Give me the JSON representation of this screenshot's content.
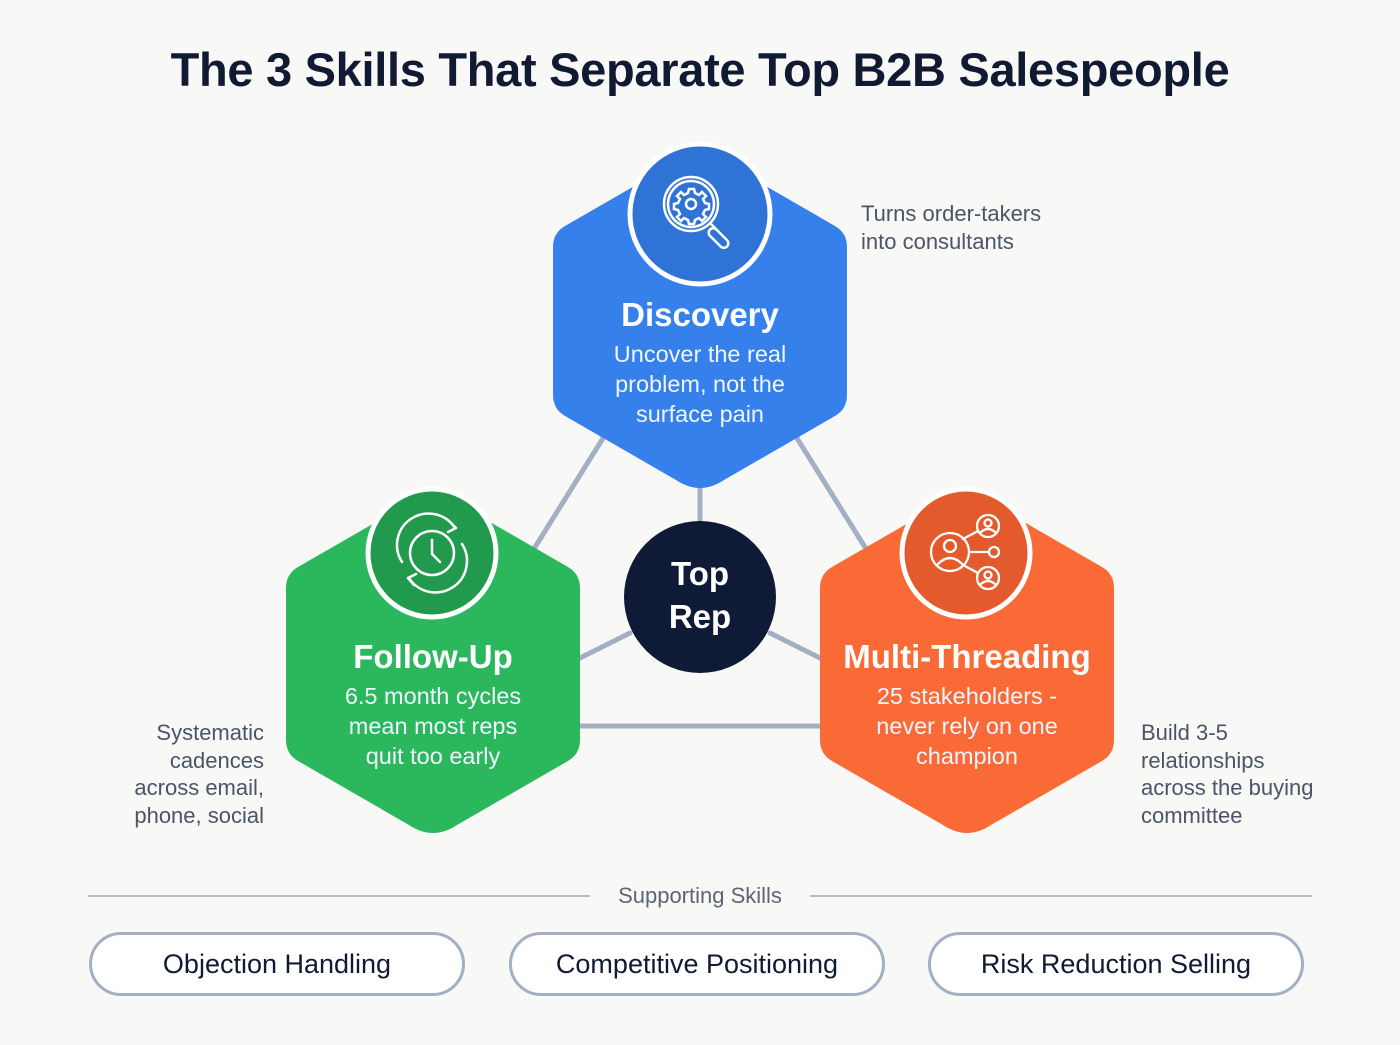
{
  "title": "The 3 Skills That Separate Top B2B Salespeople",
  "center": {
    "label_line1": "Top",
    "label_line2": "Rep",
    "color": "#0f1b36"
  },
  "skills": [
    {
      "name": "Discovery",
      "description_lines": [
        "Uncover the real",
        "problem, not the",
        "surface pain"
      ],
      "icon": "magnifier-gear-icon",
      "color": "#3580eb",
      "icon_bg": "#2f73d6",
      "note_lines": [
        "Turns order-takers",
        "into consultants"
      ]
    },
    {
      "name": "Follow-Up",
      "description_lines": [
        "6.5 month cycles",
        "mean most reps",
        "quit too early"
      ],
      "icon": "clock-cycle-icon",
      "color": "#2bb75c",
      "icon_bg": "#229a4d",
      "note_lines": [
        "Systematic",
        "cadences",
        "across email,",
        "phone, social"
      ]
    },
    {
      "name": "Multi-Threading",
      "description_lines": [
        "25 stakeholders -",
        "never rely on one",
        "champion"
      ],
      "icon": "network-people-icon",
      "color": "#fa6a37",
      "icon_bg": "#e35b2c",
      "note_lines": [
        "Build 3-5",
        "relationships",
        "across the buying",
        "committee"
      ]
    }
  ],
  "supporting": {
    "label": "Supporting Skills",
    "items": [
      "Objection Handling",
      "Competitive Positioning",
      "Risk Reduction Selling"
    ]
  },
  "connector_color": "#a3afc2"
}
